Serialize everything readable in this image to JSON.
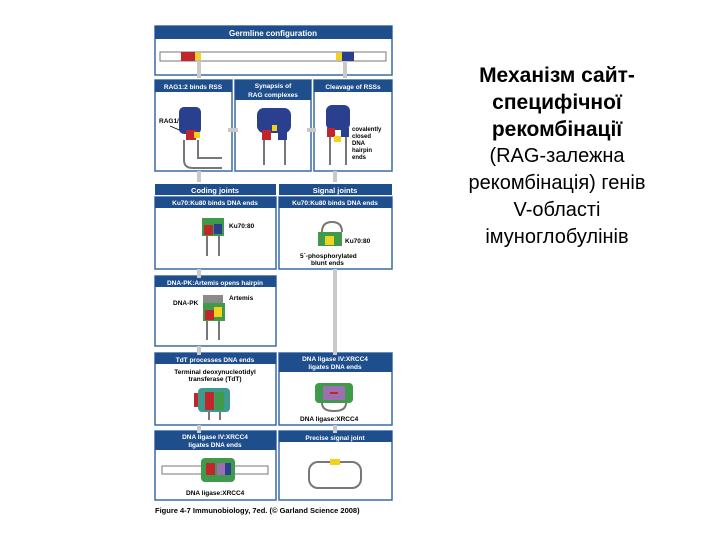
{
  "slide": {
    "title_lines": [
      "Механізм сайт-",
      "специфічної",
      "рекомбінації"
    ],
    "subtitle_lines": [
      "(RAG-залежна",
      "рекомбінація) генів",
      "V-області",
      "імуноглобулінів"
    ]
  },
  "figure": {
    "germline_header": "Germline configuration",
    "rag_binds_header": "RAG1:2 binds RSS",
    "synapsis_header_line1": "Synapsis of",
    "synapsis_header_line2": "RAG complexes",
    "cleavage_header": "Cleavage of RSSs",
    "rag12_label": "RAG1/2",
    "hairpin_note": [
      "covalently",
      "closed",
      "DNA",
      "hairpin",
      "ends"
    ],
    "coding_joints_header": "Coding joints",
    "signal_joints_header": "Signal joints",
    "ku_coding_header": "Ku70:Ku80 binds DNA ends",
    "ku_signal_header": "Ku70:Ku80 binds DNA ends",
    "ku_label_coding": "Ku70:80",
    "ku_label_signal": "Ku70:80",
    "blunt_note": [
      "5´-phosphorylated",
      "blunt ends"
    ],
    "dnapk_header": "DNA-PK:Artemis opens hairpin",
    "artemis_label": "Artemis",
    "dnapk_label": "DNA-PK",
    "tdt_header": "TdT processes DNA ends",
    "tdt_note": [
      "Terminal deoxynucleotidyl",
      "transferase (TdT)"
    ],
    "ligase_signal_header_line1": "DNA ligase IV:XRCC4",
    "ligase_signal_header_line2": "ligates DNA ends",
    "ligase_signal_label": "DNA ligase:XRCC4",
    "ligase_coding_header_line1": "DNA ligase IV:XRCC4",
    "ligase_coding_header_line2": "ligates DNA ends",
    "precise_header": "Precise signal joint",
    "ligase_coding_label": "DNA ligase:XRCC4",
    "caption": "Figure 4-7  Immunobiology, 7ed. (© Garland Science 2008)"
  },
  "colors": {
    "header_blue": "#1f4e8c",
    "panel_border": "#3a6aa5",
    "arrow_gray": "#c9c9c9",
    "gene_red": "#c0262c",
    "rss_yellow": "#f2d21c",
    "rag_blue": "#2b3f8f",
    "ku_green": "#3f9a4a",
    "tdt_teal": "#3c9b8e",
    "ligase_purple": "#9b6fb0"
  }
}
